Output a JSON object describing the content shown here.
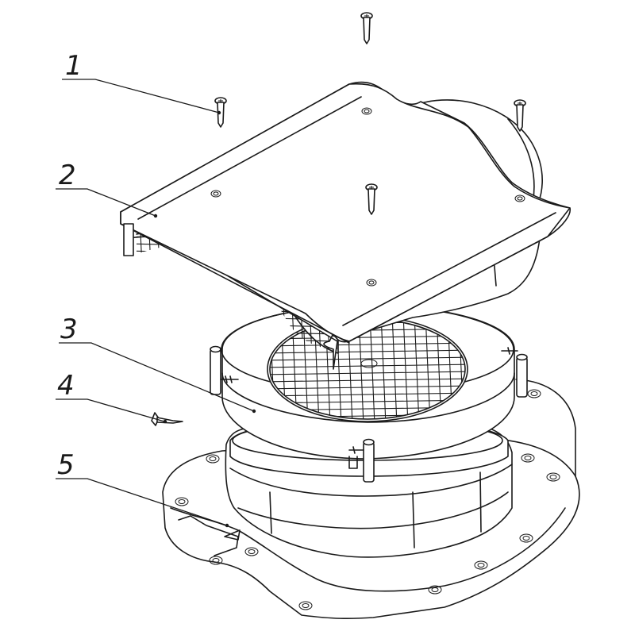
{
  "callouts": [
    {
      "label": "1",
      "part": "screw"
    },
    {
      "label": "2",
      "part": "cap"
    },
    {
      "label": "3",
      "part": "vent-ring"
    },
    {
      "label": "4",
      "part": "rivet"
    },
    {
      "label": "5",
      "part": "base-flange"
    }
  ],
  "colors": {
    "line": "#1a1a1a",
    "background": "#ffffff"
  }
}
